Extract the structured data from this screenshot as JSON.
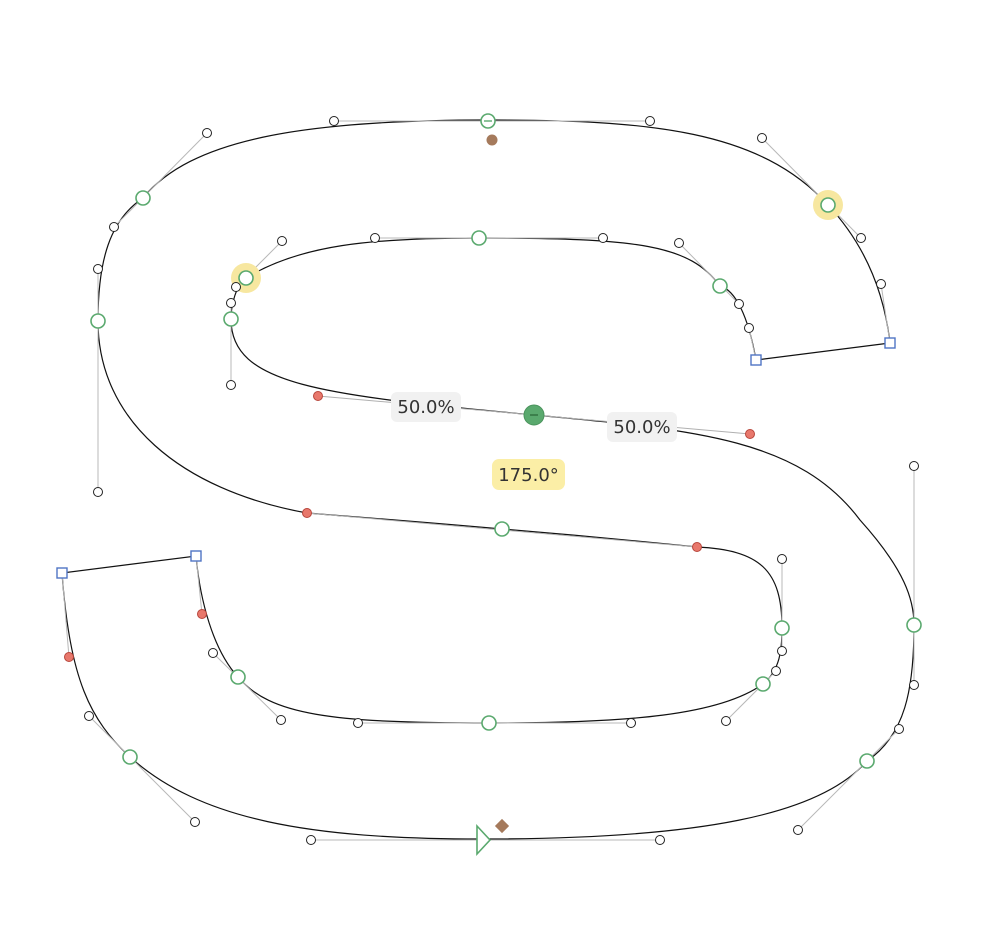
{
  "editor": {
    "glyph_name": "",
    "tooltips": {
      "ratio_left": "50.0%",
      "ratio_right": "50.0%",
      "angle": "175.0°"
    }
  },
  "colors": {
    "outline": "#111111",
    "smooth_node": "#5aa96e",
    "corner_node": "#4f74c4",
    "handle_selected": "#e8786c",
    "highlight": "#f7e7a0",
    "anchor": "#a57a5c"
  },
  "icons": {
    "start_point": "start-triangle-icon",
    "anchor": "anchor-diamond-icon"
  }
}
